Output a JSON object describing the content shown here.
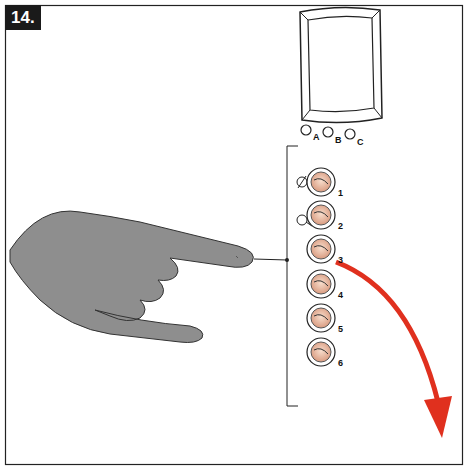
{
  "diagram": {
    "title": "14.",
    "labels": [
      "A",
      "B",
      "C",
      "1",
      "2",
      "3",
      "4",
      "5",
      "6"
    ]
  }
}
